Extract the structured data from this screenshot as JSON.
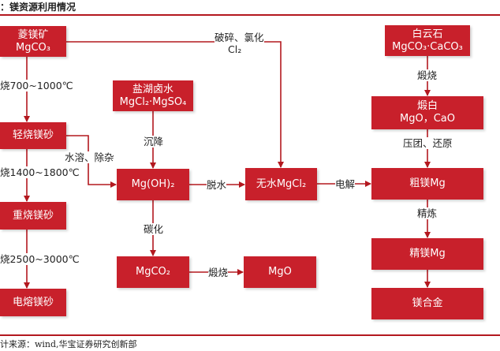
{
  "header": {
    "title": "：镁资源利用情况"
  },
  "source": "计来源：wind,华宝证券研究创新部",
  "nodes": {
    "magnesite": {
      "line1": "菱镁矿",
      "line2": "MgCO₃"
    },
    "light_burned": {
      "line1": "轻烧镁砂"
    },
    "dead_burned": {
      "line1": "重烧镁砂"
    },
    "fused": {
      "line1": "电熔镁砂"
    },
    "brine": {
      "line1": "盐湖卤水",
      "line2": "MgCl₂·MgSO₄"
    },
    "mgoh2": {
      "line1": "Mg(OH)₂"
    },
    "mgco2": {
      "line1": "MgCO₂"
    },
    "mgo": {
      "line1": "MgO"
    },
    "anhydrous": {
      "line1": "无水MgCl₂"
    },
    "dolomite": {
      "line1": "白云石",
      "line2": "MgCO₃·CaCO₃"
    },
    "calcined": {
      "line1": "煅白",
      "line2": "MgO，CaO"
    },
    "crude_mg": {
      "line1": "粗镁Mg"
    },
    "refined_mg": {
      "line1": "精镁Mg"
    },
    "alloy": {
      "line1": "镁合金"
    }
  },
  "labels": {
    "t700": "烧700~1000℃",
    "t1400": "烧1400~1800℃",
    "t2500": "烧2500~3000℃",
    "crush_l1": "破碎、氯化",
    "crush_l2": "Cl₂",
    "dissolve": "水溶、除杂",
    "settle": "沉降",
    "carbonize": "碳化",
    "dehydrate": "脱水",
    "calcine2": "煅烧",
    "electrolysis": "电解",
    "calcine1": "煅烧",
    "press": "压团、还原",
    "refine": "精炼"
  },
  "colors": {
    "box": "#c8202b",
    "arrow": "#b3181f"
  }
}
